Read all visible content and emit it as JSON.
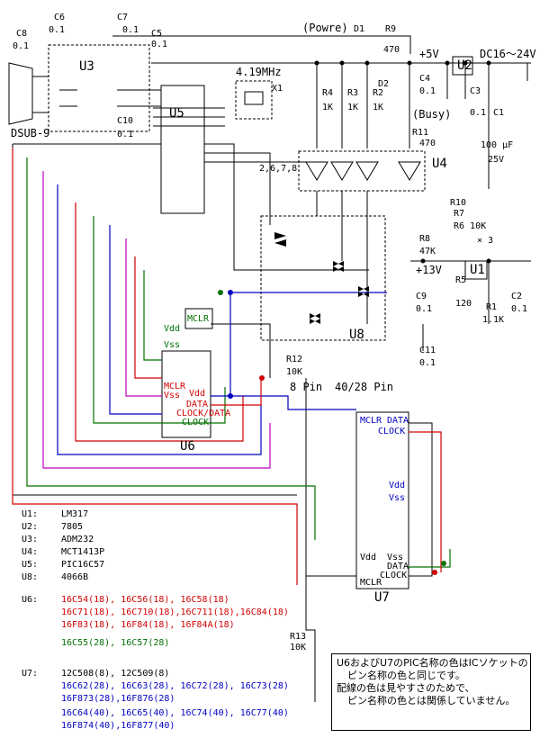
{
  "labels": {
    "powre": "(Powre)",
    "busy": "(Busy)",
    "d1": "D1",
    "d2": "D2",
    "r9": "R9",
    "r9v": "470",
    "plus5v": "+5V",
    "dc": "DC16～24V",
    "u2": "U2",
    "u1": "U1",
    "u3": "U3",
    "u4": "U4",
    "u5": "U5",
    "u6": "U6",
    "u7": "U7",
    "u8": "U8",
    "x1": "X1",
    "xtal": "4.19MHz",
    "c6": "C6",
    "c6v": "0.1",
    "c7": "C7",
    "c7v": "0.1",
    "c8": "C8",
    "c8v": "0.1",
    "c5": "C5",
    "c5v": "0.1",
    "c10": "C10",
    "c10v": "0.1",
    "c4": "C4",
    "c4v": "0.1",
    "c3": "C3",
    "c3v": "0.1",
    "c1": "C1",
    "c1v": "100 μF",
    "c1v2": "25V",
    "c9": "C9",
    "c9v": "0.1",
    "c2": "C2",
    "c2v": "0.1",
    "c11": "C11",
    "c11v": "0.1",
    "r4": "R4",
    "r3": "R3",
    "r2": "R2",
    "r1k": "1K",
    "r11": "R11",
    "r11v": "470",
    "r10": "R10",
    "r7": "R7",
    "r6": "R6 10K",
    "x3": "× 3",
    "r8": "R8",
    "r8v": "47K",
    "plus13v": "+13V",
    "r5": "R5",
    "r5v": "120",
    "r1": "R1",
    "r1v": "1.1K",
    "r12": "R12",
    "r12v": "10K",
    "r13": "R13",
    "r13v": "10K",
    "dsub": "DSUB-9",
    "pin8": "8 Pin",
    "pin40": "40/28 Pin",
    "pins_u4": "2,6,7,8",
    "mclr": "MCLR",
    "vdd": "Vdd",
    "vss": "Vss",
    "data": "DATA",
    "clock": "CLOCK",
    "clockdata": "CLOCK/DATA"
  },
  "parts": [
    {
      "ref": "U1:",
      "name": "LM317"
    },
    {
      "ref": "U2:",
      "name": "7805"
    },
    {
      "ref": "U3:",
      "name": "ADM232"
    },
    {
      "ref": "U4:",
      "name": "MCT1413P"
    },
    {
      "ref": "U5:",
      "name": "PIC16C57"
    },
    {
      "ref": "U8:",
      "name": "4066B"
    }
  ],
  "u6_list": {
    "ref": "U6:",
    "lines": [
      [
        {
          "t": "16C54(18), ",
          "c": "red"
        },
        {
          "t": "16C56(18), ",
          "c": "red"
        },
        {
          "t": "16C58(18)",
          "c": "red"
        }
      ],
      [
        {
          "t": "16C71(18), ",
          "c": "red"
        },
        {
          "t": "16C710(18),",
          "c": "red"
        },
        {
          "t": "16C711(18),",
          "c": "red"
        },
        {
          "t": "16C84(18)",
          "c": "red"
        }
      ],
      [
        {
          "t": "16F83(18), ",
          "c": "red"
        },
        {
          "t": "16F84(18), ",
          "c": "red"
        },
        {
          "t": "16F84A(18)",
          "c": "red"
        }
      ],
      [
        {
          "t": "16C55(28), ",
          "c": "green"
        },
        {
          "t": "16C57(28)",
          "c": "green"
        }
      ]
    ]
  },
  "u7_list": {
    "ref": "U7:",
    "lines": [
      [
        {
          "t": "12C508(8), ",
          "c": "blk"
        },
        {
          "t": "12C509(8)",
          "c": "blk"
        }
      ],
      [
        {
          "t": "16C62(28), ",
          "c": "blue"
        },
        {
          "t": "16C63(28), ",
          "c": "blue"
        },
        {
          "t": "16C72(28), ",
          "c": "blue"
        },
        {
          "t": "16C73(28)",
          "c": "blue"
        }
      ],
      [
        {
          "t": "16F873(28),",
          "c": "blue"
        },
        {
          "t": "16F876(28)",
          "c": "blue"
        }
      ],
      [
        {
          "t": "16C64(40), ",
          "c": "blue"
        },
        {
          "t": "16C65(40), ",
          "c": "blue"
        },
        {
          "t": "16C74(40), ",
          "c": "blue"
        },
        {
          "t": "16C77(40)",
          "c": "blue"
        }
      ],
      [
        {
          "t": "16F874(40),",
          "c": "blue"
        },
        {
          "t": "16F877(40)",
          "c": "blue"
        }
      ]
    ]
  },
  "note": [
    "U6およびU7のPIC名称の色はICソケットの",
    "ピン名称の色と同じです。",
    "配線の色は見やすさのためで、",
    "ピン名称の色とは関係していません。"
  ],
  "colors": {
    "red": "#d00000",
    "blue": "#0000c0",
    "green": "#007000",
    "purple": "#c000c0",
    "wire": "#000000"
  }
}
